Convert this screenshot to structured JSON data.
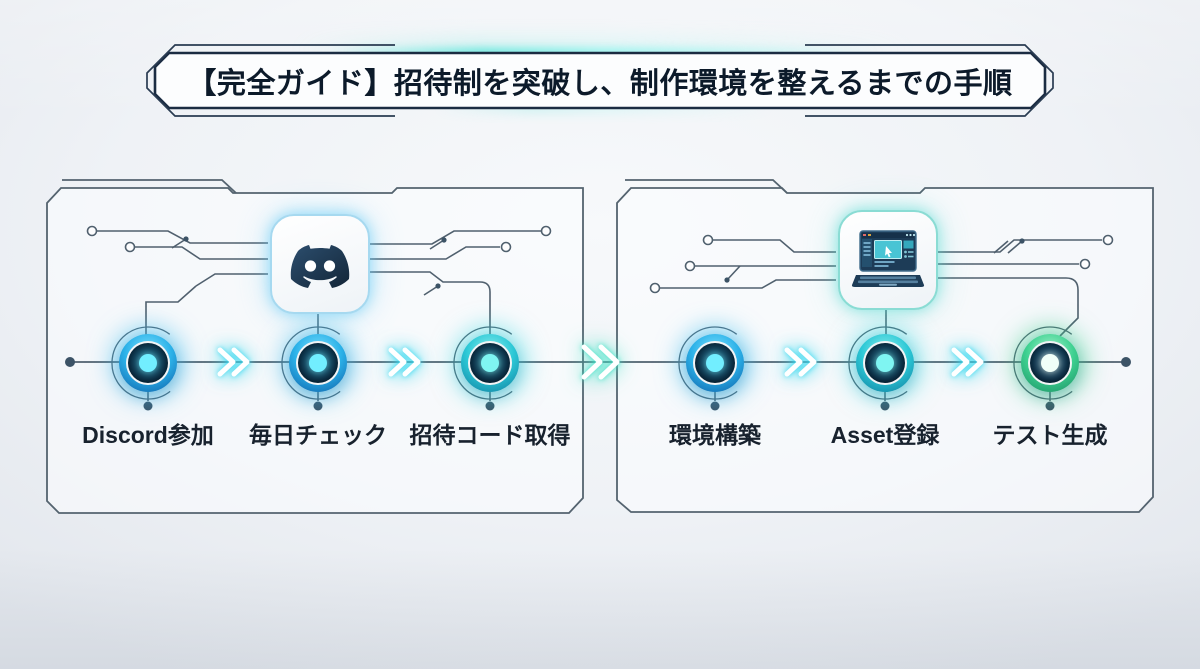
{
  "title": {
    "text": "【完全ガイド】招待制を突破し、制作環境を整えるまでの手順"
  },
  "flow": {
    "panels": [
      {
        "name": "invite-phase",
        "icon": "discord-icon",
        "steps": [
          {
            "label": "Discord参加"
          },
          {
            "label": "毎日チェック"
          },
          {
            "label": "招待コード取得"
          }
        ]
      },
      {
        "name": "production-phase",
        "icon": "laptop-icon",
        "steps": [
          {
            "label": "環境構築"
          },
          {
            "label": "Asset登録"
          },
          {
            "label": "テスト生成"
          }
        ]
      }
    ],
    "connector": "double-chevron"
  },
  "colors": {
    "background": "#edf0f4",
    "frame_navy": "#16273c",
    "circuit_slate": "#50606e",
    "glow_cyan": "#3fd9ec",
    "glow_teal": "#42e2c5",
    "node_blue": "#24a9e0",
    "node_teal": "#2cc8d6",
    "node_green": "#3ed191",
    "label_text": "#18222e"
  }
}
